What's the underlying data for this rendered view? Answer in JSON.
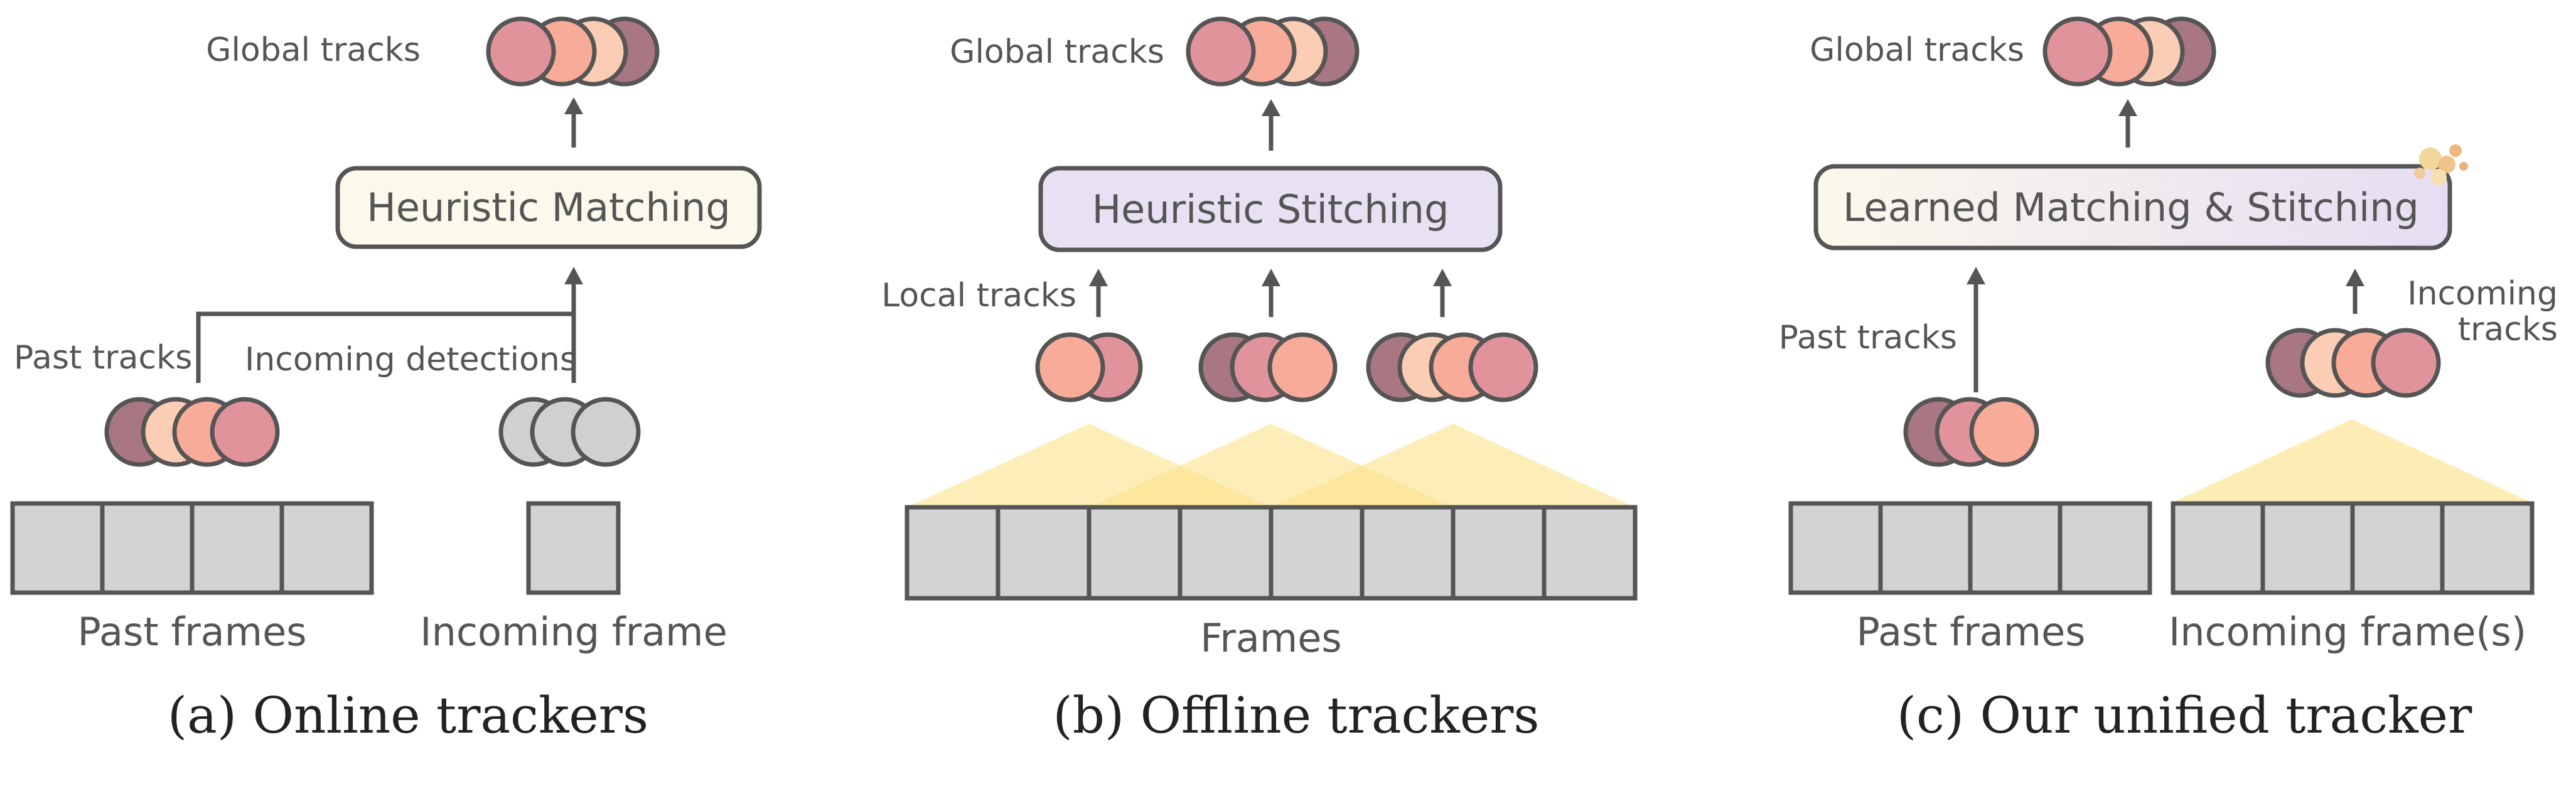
{
  "panels": {
    "a": {
      "global_tracks": "Global tracks",
      "process_box": "Heuristic Matching",
      "past_tracks": "Past tracks",
      "incoming_detections": "Incoming detections",
      "past_frames": "Past frames",
      "incoming_frame": "Incoming frame",
      "caption": "(a) Online trackers"
    },
    "b": {
      "global_tracks": "Global tracks",
      "process_box": "Heuristic Stitching",
      "local_tracks": "Local tracks",
      "frames": "Frames",
      "caption": "(b) Offline trackers"
    },
    "c": {
      "global_tracks": "Global tracks",
      "process_box": "Learned Matching & Stitching",
      "past_tracks": "Past tracks",
      "incoming_tracks_line1": "Incoming",
      "incoming_tracks_line2": "tracks",
      "past_frames": "Past frames",
      "incoming_frames": "Incoming frame(s)",
      "caption": "(c) Our unified tracker"
    }
  },
  "colors": {
    "stroke": "#555555",
    "mauve": "#A87781",
    "rose": "#E0939A",
    "salmon": "#F8AB98",
    "peach": "#FBCDB4",
    "gray_circle": "#D0D0D0",
    "frame_fill": "#D3D3D3",
    "box_cream": "#FBF8EC",
    "box_lavender": "#E8E1F3",
    "cone": "#FCE79C"
  }
}
